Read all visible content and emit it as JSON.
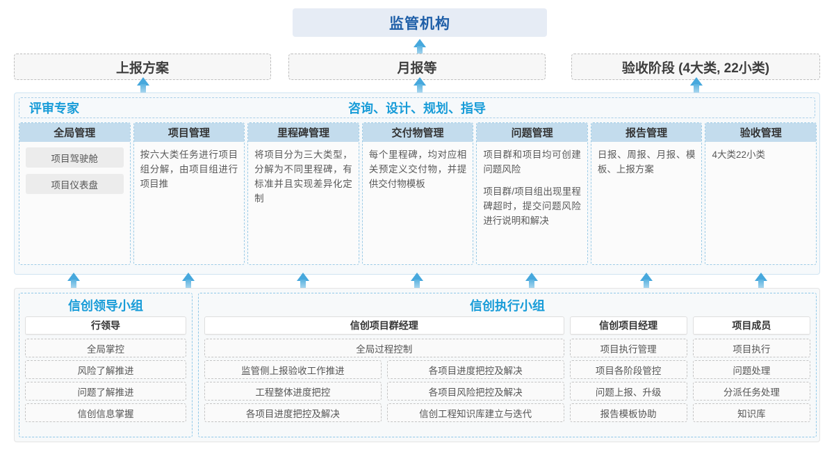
{
  "top_banner": {
    "title": "监管机构"
  },
  "report_boxes": [
    {
      "label": "上报方案"
    },
    {
      "label": "月报等"
    },
    {
      "label": "验收阶段 (4大类, 22小类)"
    }
  ],
  "middle_panel": {
    "left_label": "评审专家",
    "center_label": "咨询、设计、规划、指导",
    "columns": [
      {
        "header": "全局管理",
        "pills": [
          "项目驾驶舱",
          "项目仪表盘"
        ],
        "paragraphs": []
      },
      {
        "header": "项目管理",
        "pills": [],
        "paragraphs": [
          "按六大类任务进行项目组分解，由项目组进行项目推"
        ]
      },
      {
        "header": "里程碑管理",
        "pills": [],
        "paragraphs": [
          "将项目分为三大类型，分解为不同里程碑，有标准并且实现差异化定制"
        ]
      },
      {
        "header": "交付物管理",
        "pills": [],
        "paragraphs": [
          "每个里程碑，均对应相关预定义交付物，并提供交付物模板"
        ]
      },
      {
        "header": "问题管理",
        "pills": [],
        "paragraphs": [
          "项目群和项目均可创建问题风险",
          "项目群/项目组出现里程碑超时，提交问题风险进行说明和解决"
        ]
      },
      {
        "header": "报告管理",
        "pills": [],
        "paragraphs": [
          "日报、周报、月报、模板、上报方案"
        ]
      },
      {
        "header": "验收管理",
        "pills": [],
        "paragraphs": [
          "4大类22小类"
        ]
      }
    ]
  },
  "bottom_panel": {
    "leader_group": {
      "title": "信创领导小组",
      "role": "行领导",
      "tasks": [
        "全局掌控",
        "风险了解推进",
        "问题了解推进",
        "信创信息掌握"
      ]
    },
    "exec_group": {
      "title": "信创执行小组",
      "program_manager": {
        "role": "信创项目群经理",
        "full_task": "全局过程控制",
        "left_tasks": [
          "监管侧上报验收工作推进",
          "工程整体进度把控",
          "各项目进度把控及解决"
        ],
        "right_tasks": [
          "各项目进度把控及解决",
          "各项目风险把控及解决",
          "信创工程知识库建立与迭代"
        ]
      },
      "project_manager": {
        "role": "信创项目经理",
        "tasks": [
          "项目执行管理",
          "项目各阶段管控",
          "问题上报、升级",
          "报告模板协助"
        ]
      },
      "member": {
        "role": "项目成员",
        "tasks": [
          "项目执行",
          "问题处理",
          "分派任务处理",
          "知识库"
        ]
      }
    }
  },
  "colors": {
    "accent_blue": "#189cd8",
    "title_blue": "#1f5fa8",
    "header_fill": "#c3dced",
    "banner_fill": "#e6ecf5",
    "arrow": "#46a8dd"
  }
}
